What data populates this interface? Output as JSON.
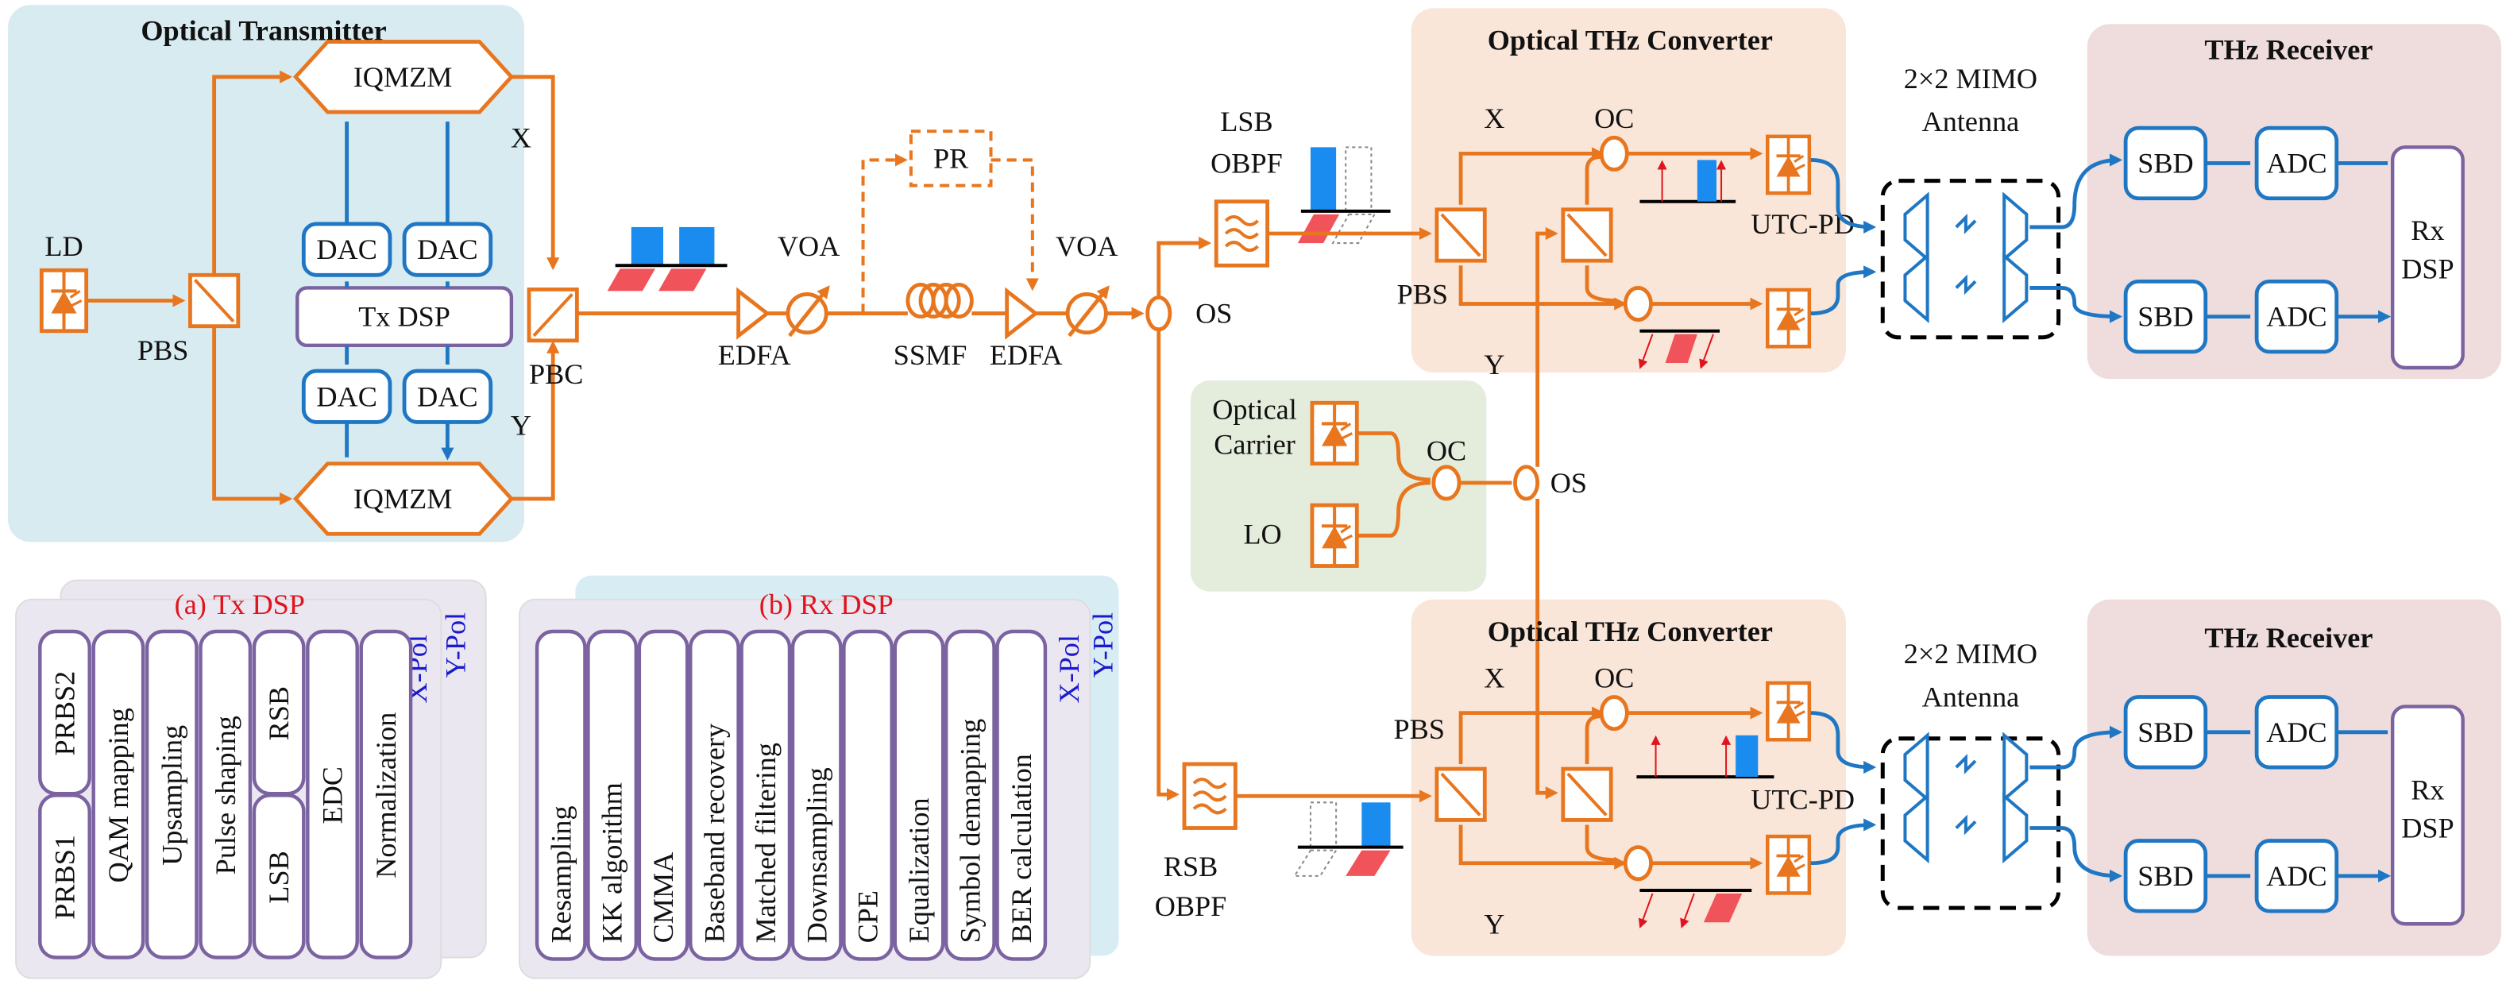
{
  "colors": {
    "optical": "#e8761e",
    "electrical": "#1f77c4",
    "dsp": "#7a63a0",
    "transmitter_bg": "#d7ebf1",
    "converter_bg": "#fae6d8",
    "receiver_bg": "#efdcdc",
    "lo_bg": "#e4ecdb",
    "dsp_panel_bg": "#ebe7f1",
    "rx_back_bg": "#d8edf3",
    "label_red": "#e0141e",
    "label_blue": "#1a1acc"
  },
  "transmitter": {
    "title": "Optical Transmitter",
    "ld": "LD",
    "pbs": "PBS",
    "pbc": "PBC",
    "iqmzm_top": "IQMZM",
    "iqmzm_bottom": "IQMZM",
    "dac": "DAC",
    "tx_dsp": "Tx DSP",
    "x": "X",
    "y": "Y"
  },
  "link": {
    "edfa1": "EDFA",
    "voa1": "VOA",
    "pr": "PR",
    "ssmf": "SSMF",
    "edfa2": "EDFA",
    "voa2": "VOA",
    "os": "OS"
  },
  "lsb_filter": {
    "line1": "LSB",
    "line2": "OBPF"
  },
  "rsb_filter": {
    "line1": "RSB",
    "line2": "OBPF"
  },
  "converter": {
    "title": "Optical THz Converter",
    "x": "X",
    "y": "Y",
    "pbs": "PBS",
    "oc": "OC",
    "utc_pd": "UTC-PD"
  },
  "mimo": {
    "line1": "2×2 MIMO",
    "line2": "Antenna"
  },
  "receiver": {
    "title": "THz Receiver",
    "sbd": "SBD",
    "adc": "ADC",
    "rx_dsp_1": "Rx",
    "rx_dsp_2": "DSP"
  },
  "lo_block": {
    "optical_carrier_1": "Optical",
    "optical_carrier_2": "Carrier",
    "lo": "LO",
    "oc": "OC",
    "os": "OS"
  },
  "tx_dsp_panel": {
    "title": "(a)  Tx DSP",
    "x_pol": "X-Pol",
    "y_pol": "Y-Pol",
    "columns": [
      [
        "PRBS1",
        "PRBS2"
      ],
      [
        "QAM mapping"
      ],
      [
        "Upsampling"
      ],
      [
        "Pulse shaping"
      ],
      [
        "LSB",
        "RSB"
      ],
      [
        "EDC"
      ],
      [
        "Normalization"
      ]
    ]
  },
  "rx_dsp_panel": {
    "title": "(b)  Rx DSP",
    "x_pol": "X-Pol",
    "y_pol": "Y-Pol",
    "columns": [
      "Resampling",
      "KK algorithm",
      "CMMA",
      "Baseband recovery",
      "Matched filtering",
      "Downsampling",
      "CPE",
      "Equalization",
      "Symbol demapping",
      "BER calculation"
    ]
  }
}
